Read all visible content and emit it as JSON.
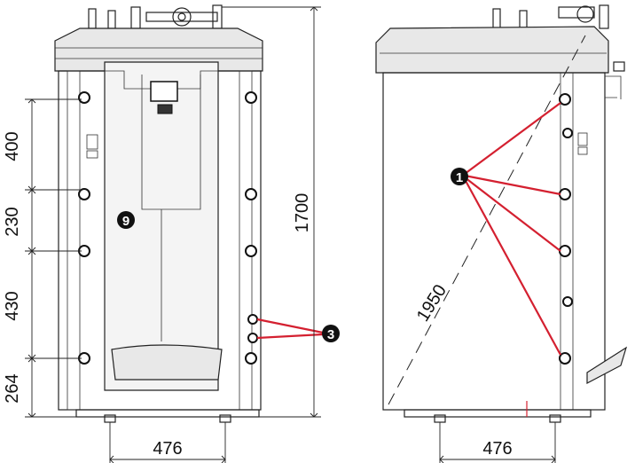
{
  "dimensions": {
    "front_height_1": "400",
    "front_height_2": "230",
    "front_height_3": "430",
    "front_height_4": "264",
    "front_total_height": "1700",
    "front_width": "476",
    "side_diagonal": "1950",
    "side_width": "476"
  },
  "callouts": {
    "front_panel": "9",
    "front_connections": "3",
    "side_ports": "1"
  },
  "colors": {
    "leader": "#d42030",
    "outline": "#222222",
    "body_fill": "#e8e8e8",
    "callout_fill": "#111111"
  }
}
